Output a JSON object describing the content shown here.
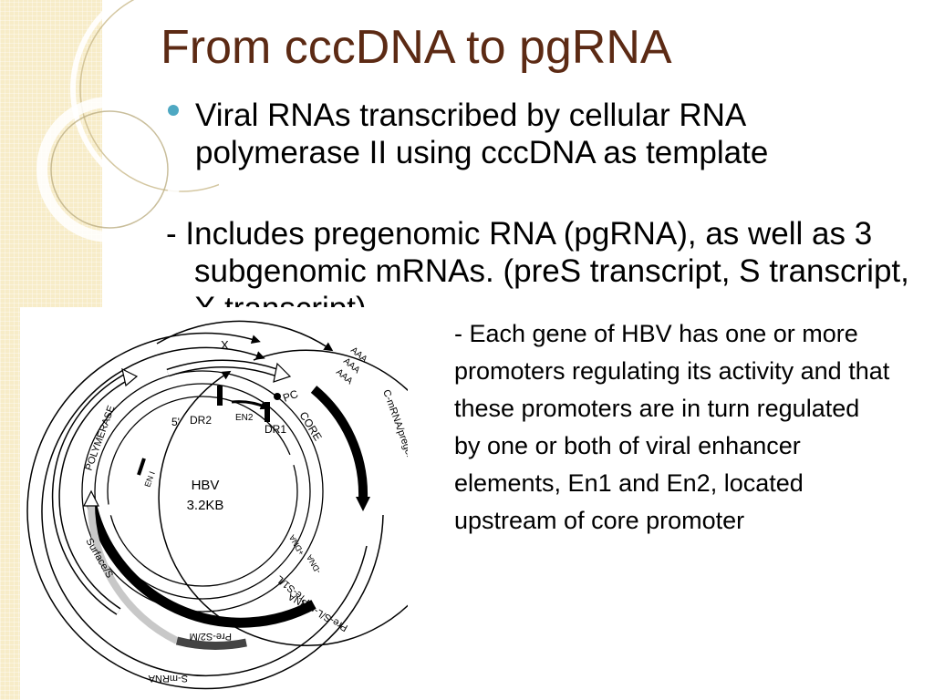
{
  "slide": {
    "title": "From cccDNA to pgRNA",
    "bullet": "Viral RNAs transcribed by cellular RNA polymerase II using cccDNA as template",
    "dash_item": "- Includes pregenomic RNA (pgRNA), as well as 3 subgenomic mRNAs. (preS transcript, S transcript, X transcript)",
    "side_text": "- Each gene of HBV has one or more promoters regulating its activity and that these promoters are in turn regulated by one or both of viral enhancer elements, En1 and En2, located upstream of core promoter"
  },
  "diagram": {
    "center_name": "HBV",
    "center_size": "3.2KB",
    "labels": {
      "x": "X",
      "aaa": "AAA",
      "pc": "PC",
      "core": "CORE",
      "dr2": "DR2",
      "en2": "EN2",
      "dr1": "DR1",
      "five_prime": "5'",
      "en1": "EN I",
      "polymerase": "POLYMERASE",
      "c_mrna": "C-mRNA/pregenomic-RNA",
      "plus_dna": "+DNA",
      "minus_dna": "-DNA",
      "surface": "Surface/S",
      "pre_s2": "Pre-S2/M",
      "pre_s1": "Pre-S1/L",
      "pre_sl_mrna": "Pre-S/L-mRNA",
      "s_mrna": "S-mRNA"
    },
    "colors": {
      "title": "#5c2a14",
      "bullet": "#4ea8c2",
      "sidebar": "#f7ecc8"
    }
  }
}
